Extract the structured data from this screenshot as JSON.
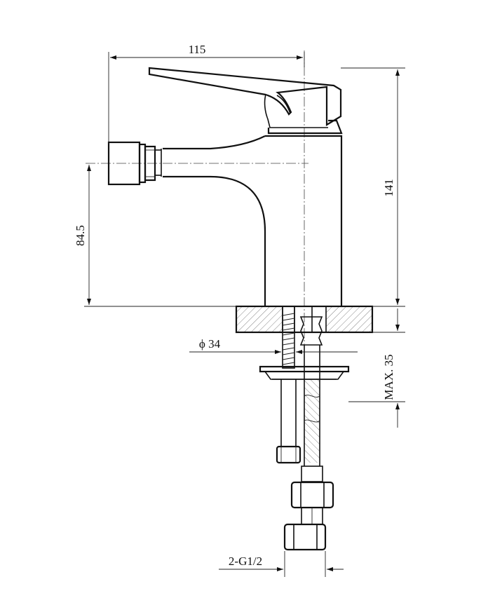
{
  "dimensions": {
    "width_top": "115",
    "height_right": "141",
    "spout_height_left": "84.5",
    "base_diameter": "ϕ 34",
    "max_deck_thickness": "MAX. 35",
    "connection_thread": "2-G1/2"
  },
  "colors": {
    "line": "#111111",
    "background": "#ffffff"
  }
}
